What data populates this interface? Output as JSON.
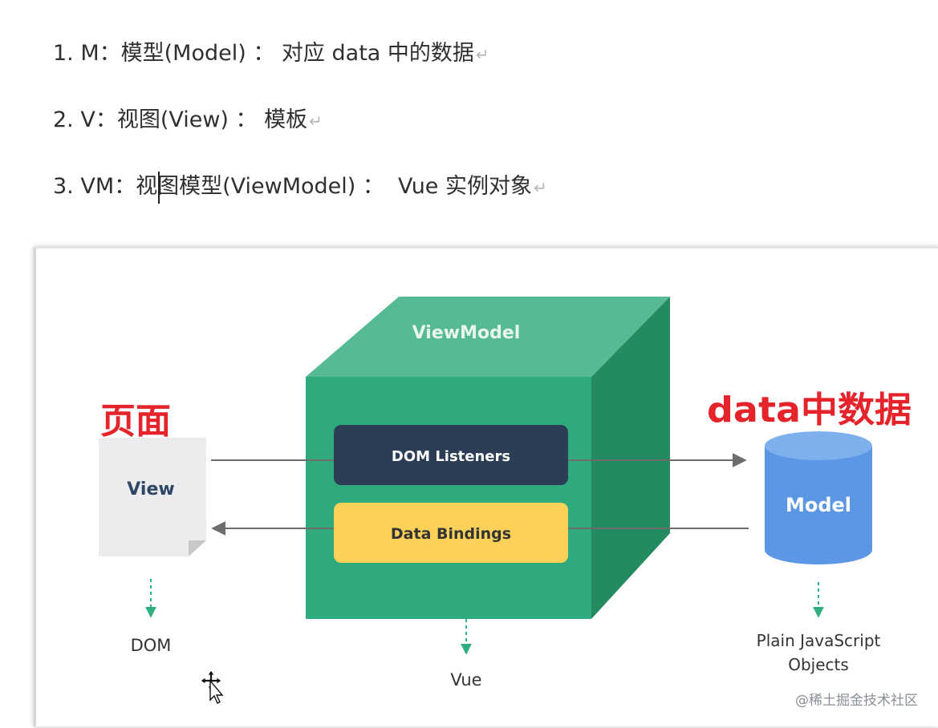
{
  "notes": [
    {
      "text": "1. M：模型(Model) ： 对应 data 中的数据"
    },
    {
      "text": "2. V：视图(View) ： 模板"
    },
    {
      "text": "3. VM：视图模型(ViewModel) ：  Vue 实例对象"
    }
  ],
  "return_mark": "↵",
  "diagram": {
    "viewmodel_label": "ViewModel",
    "dom_listeners_label": "DOM Listeners",
    "data_bindings_label": "Data Bindings",
    "view_label": "View",
    "model_label": "Model",
    "page_annotation": "页面",
    "data_annotation": "data中数据",
    "dom_label": "DOM",
    "vue_label": "Vue",
    "plain_objects_line1": "Plain JavaScript",
    "plain_objects_line2": "Objects",
    "colors": {
      "cube_front": "#2faa7d",
      "cube_top": "#56bb92",
      "cube_side": "#248a60",
      "listeners_bg": "#2c3e55",
      "bindings_bg": "#fbd15a",
      "model_blue": "#5b97e4",
      "annotation_red": "#e5232b"
    }
  },
  "watermark": "@稀土掘金技术社区"
}
